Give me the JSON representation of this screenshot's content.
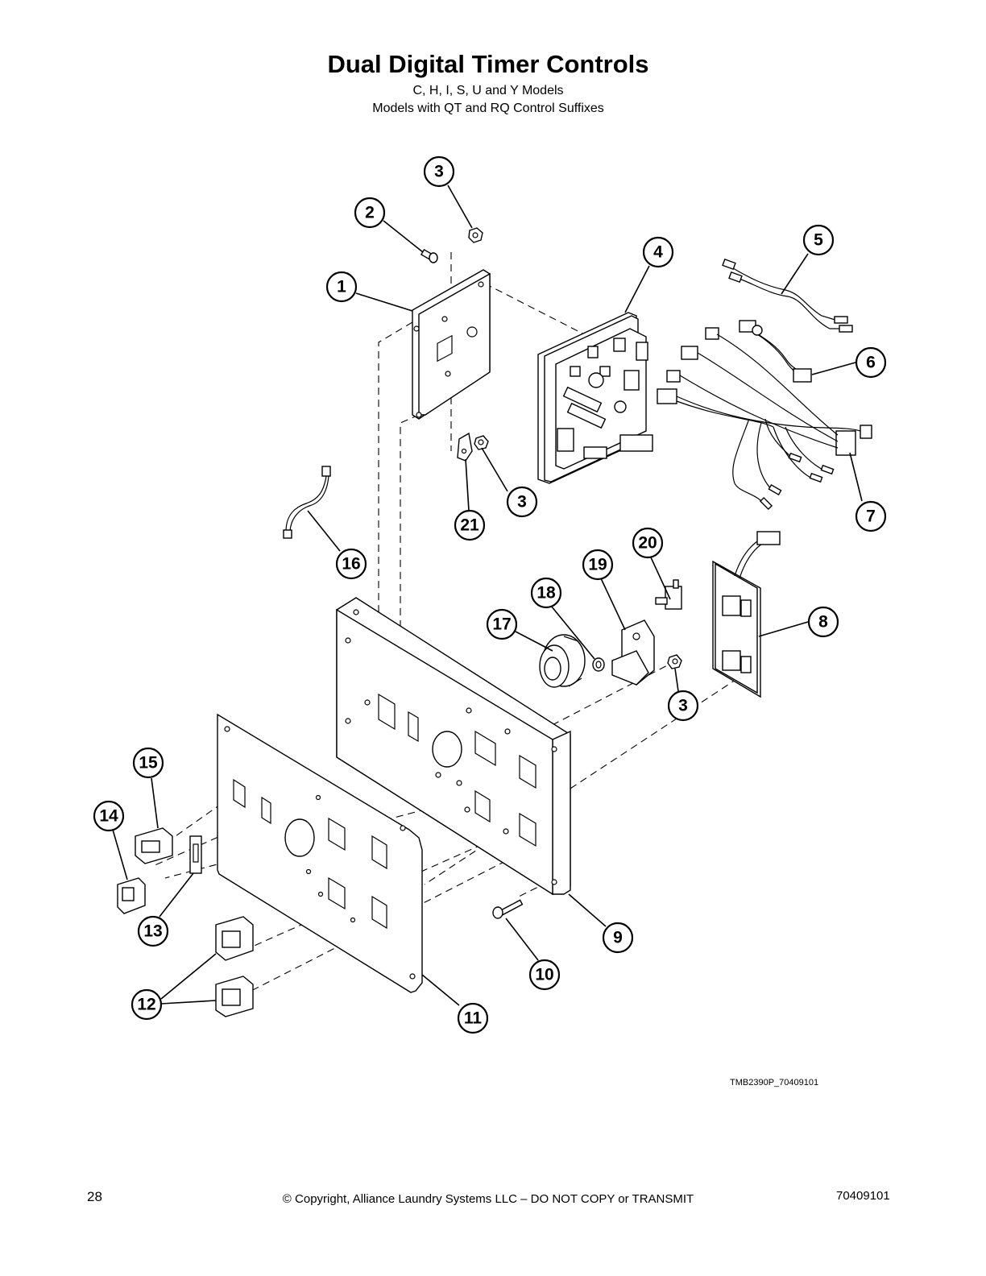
{
  "header": {
    "title": "Dual Digital Timer Controls",
    "subtitle_1": "C, H, I, S, U and Y Models",
    "subtitle_2": "Models with QT and RQ Control Suffixes"
  },
  "diagram": {
    "callouts": [
      "1",
      "2",
      "3",
      "3",
      "3",
      "4",
      "5",
      "6",
      "7",
      "8",
      "9",
      "10",
      "11",
      "12",
      "13",
      "14",
      "15",
      "16",
      "17",
      "18",
      "19",
      "20",
      "21"
    ],
    "drawing_code": "TMB2390P_70409101"
  },
  "footer": {
    "page_number": "28",
    "copyright": "© Copyright, Alliance Laundry Systems LLC – DO NOT COPY or TRANSMIT",
    "document_number": "70409101"
  }
}
